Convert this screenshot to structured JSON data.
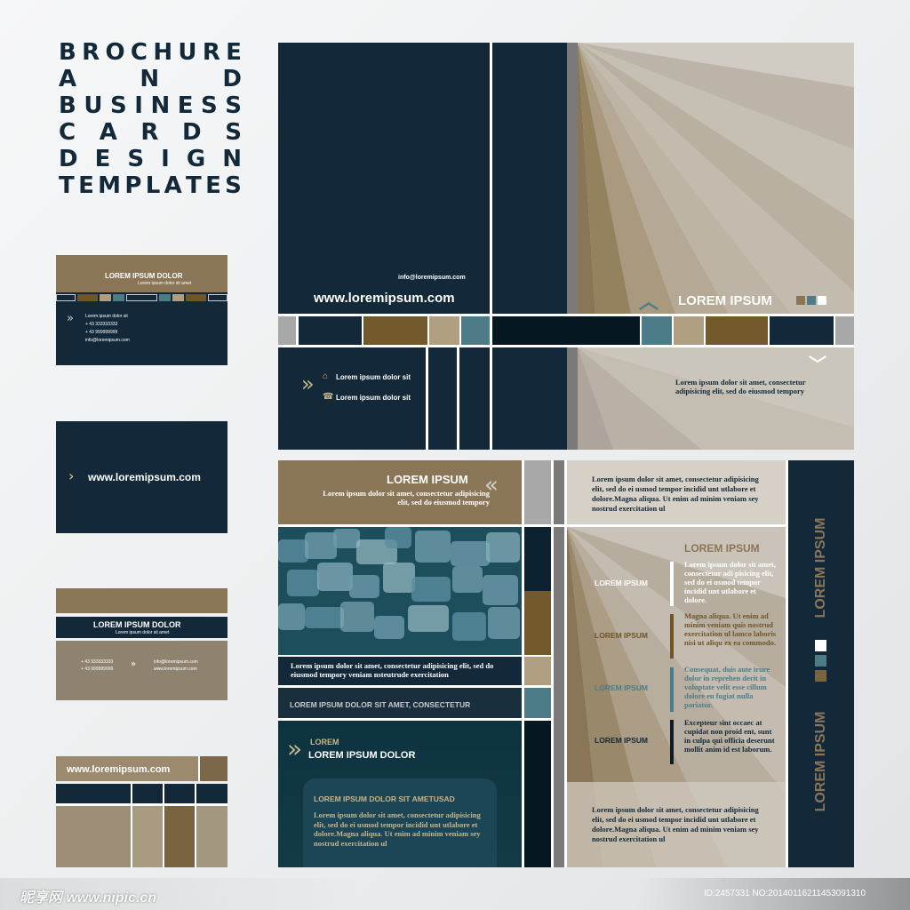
{
  "title_lines": [
    "BROCHURE",
    "AND",
    "BUSINESS",
    "CARDS",
    "DESIGN",
    "TEMPLATES"
  ],
  "colors": {
    "navy": "#13293a",
    "brown": "#8a7657",
    "gold": "#6f5628",
    "tan": "#b09e81",
    "teal": "#4c7c88",
    "grey": "#a8a8a8",
    "beige": "#ada59b"
  },
  "card1": {
    "heading": "LOREM IPSUM DOLOR",
    "sub": "Lorem ipsum dolor sit amet",
    "lines": [
      "Lorem ipsum dolor sit",
      "+ 43 333333333",
      "+ 43 999999999",
      "info@loremipsum.com"
    ]
  },
  "card2": {
    "url": "www.loremipsum.com"
  },
  "card3": {
    "heading": "LOREM IPSUM DOLOR",
    "sub": "Lorem ipsum dolor sit amet",
    "phones": [
      "+ 43 333333333",
      "+ 43 999999999"
    ],
    "email": "info@loremipsum.com",
    "url": "www.loremipsum.com"
  },
  "card4": {
    "url": "www.loremipsum.com"
  },
  "brochure1": {
    "email": "info@loremipsum.com",
    "url": "www.loremipsum.com",
    "title": "LOREM IPSUM",
    "contact1": "Lorem ipsum dolor sit",
    "contact2": "Lorem ipsum dolor sit",
    "text": "Lorem ipsum dolor sit amet, consectetur adipisicing elit, sed do eiusmod tempory"
  },
  "brochure2": {
    "header_title": "LOREM IPSUM",
    "header_text": "Lorem ipsum dolor sit amet, consectetur adipisicing elit, sed do eiusmod tempory",
    "image_caption": "Lorem ipsum dolor sit amet, consectetur adipisicing elit, sed do eiusmod tempory veniam nsteutrude exercitation",
    "band_title": "LOREM IPSUM DOLOR SIT AMET, CONSECTETUR",
    "lorem_small": "LOREM",
    "lorem_big": "LOREM IPSUM DOLOR",
    "box_title": "LOREM IPSUM DOLOR SIT AMETUSAD",
    "box_text": "Lorem ipsum dolor sit amet, consectetur adipisicing elit, sed do ei usmod tempor incidid unt utlabore et dolore.Magna aliqua. Ut enim ad minim veniam sey nostrud exercitation ul",
    "mid_top_text": "Lorem ipsum dolor sit amet, consectetur adipisicing elit, sed do ei usmod tempor incidid unt utlabore et dolore.Magna aliqua. Ut enim ad minim veniam sey nostrud exercitation ul",
    "mid_title": "LOREM IPSUM",
    "rows": [
      {
        "label": "LOREM IPSUM",
        "text": "Lorem ipsum dolor sit amet, consectetur adi pisicing elit, sed do ei usmod tempor incidid unt utlabore et dolore."
      },
      {
        "label": "LOREM IPSUM",
        "text": "Magna aliqua. Ut enim ad minim veniam quis nostrud exercitation ul lamco laboris nisi ut aliqu ex ea commodo."
      },
      {
        "label": "LOREM IPSUM",
        "text": "Consequat, duis aute irure dolor in reprehen derit in voluptate velit esse cillum dolore eu fugiat nulla pariatur."
      },
      {
        "label": "LOREM IPSUM",
        "text": "Excepteur sint occaec at cupidat non proid ent, sunt in culpa qui officia deserunt mollit anim id est laborum."
      }
    ],
    "mid_bottom_text": "Lorem ipsum dolor sit amet, consectetur adipisicing elit, sed do ei usmod tempor incidid unt utlabore et dolore.Magna aliqua. Ut enim ad minim veniam sey nostrud exercitation ul",
    "vertical_text": "LOREM IPSUM"
  },
  "watermark": {
    "logo": "昵享网 www.nipic.cn",
    "id": "ID:2457331 NO:20140116211453091310"
  }
}
